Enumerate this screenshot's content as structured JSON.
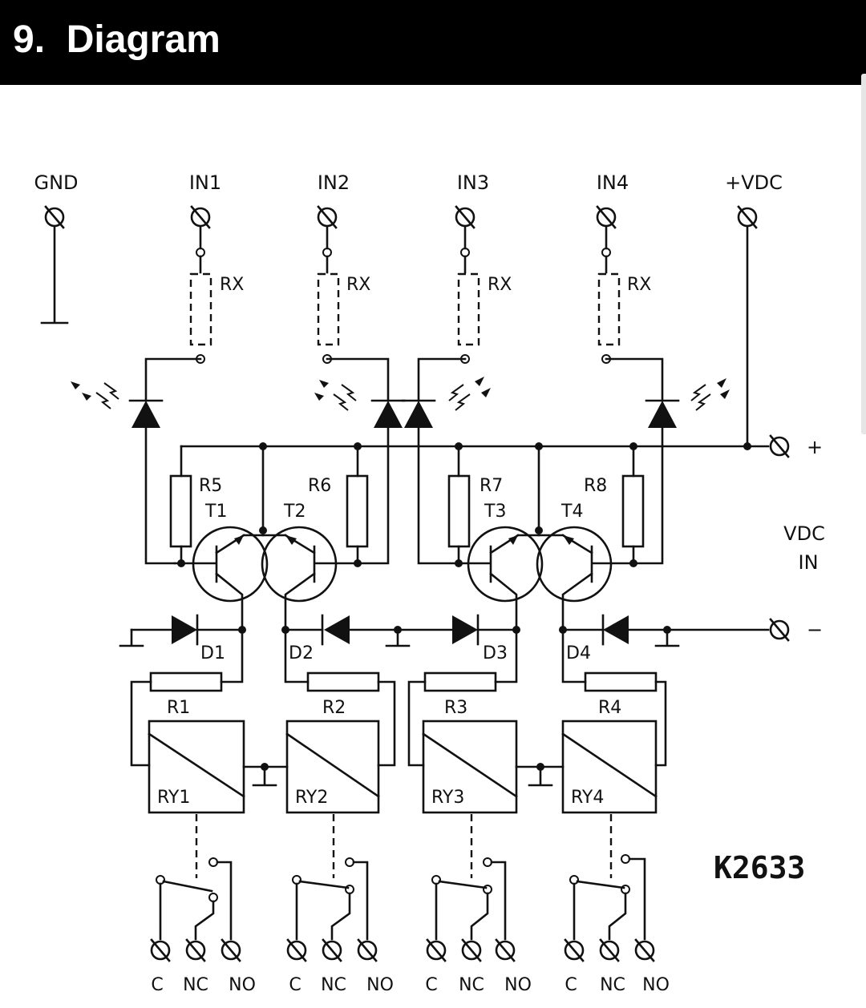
{
  "header": {
    "title": "9.  Diagram"
  },
  "colors": {
    "header_bg": "#000000",
    "header_text": "#ffffff",
    "ink": "#111111",
    "paper": "#ffffff"
  },
  "diagram": {
    "model_code": "K2633",
    "top_terminals": [
      "GND",
      "IN1",
      "IN2",
      "IN3",
      "IN4",
      "+VDC"
    ],
    "input_resistor_label": "RX",
    "resistors_upper": [
      "R5",
      "R6",
      "R7",
      "R8"
    ],
    "transistors": [
      "T1",
      "T2",
      "T3",
      "T4"
    ],
    "diodes": [
      "D1",
      "D2",
      "D3",
      "D4"
    ],
    "resistors_lower": [
      "R1",
      "R2",
      "R3",
      "R4"
    ],
    "relays": [
      "RY1",
      "RY2",
      "RY3",
      "RY4"
    ],
    "vdc_in": {
      "line1": "VDC",
      "line2": "IN",
      "plus": "+",
      "minus": "−"
    },
    "contact_labels": [
      "C",
      "NC",
      "NO"
    ]
  }
}
